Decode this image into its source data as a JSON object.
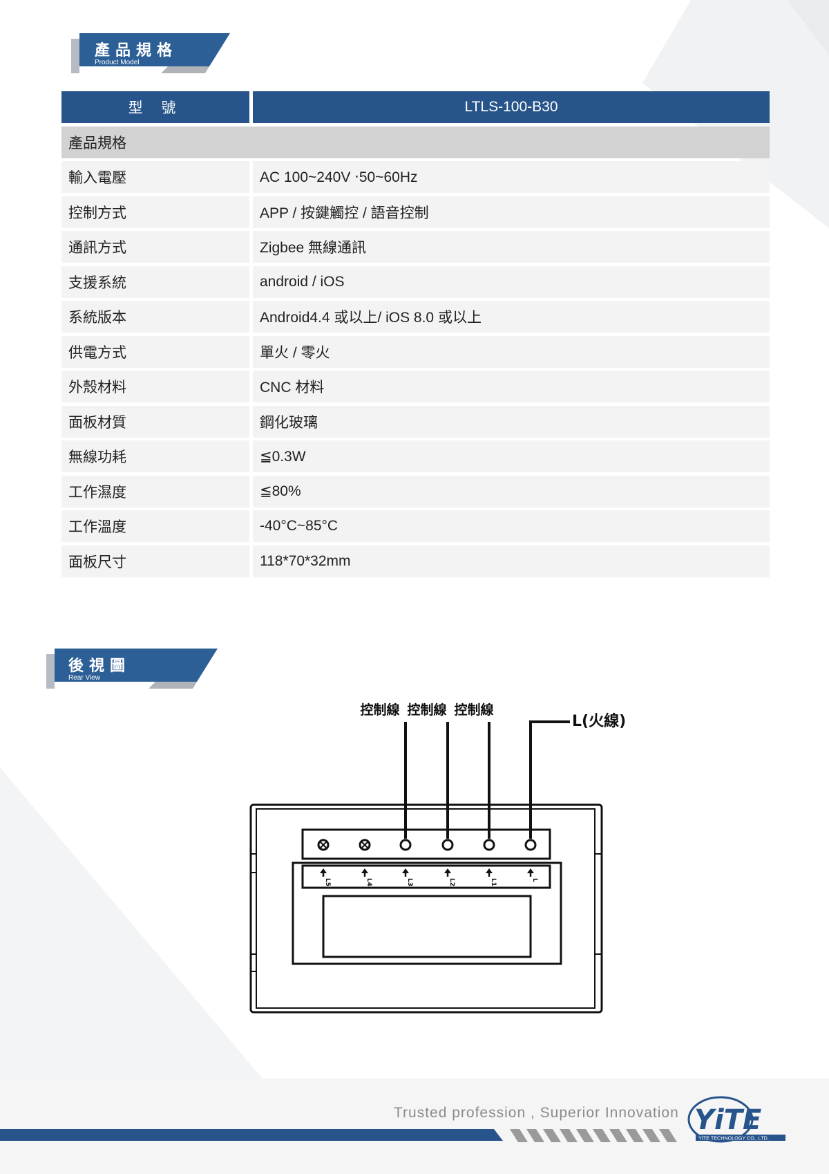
{
  "sections": {
    "spec": {
      "title": "產品規格",
      "subtitle": "Product Model"
    },
    "rear": {
      "title": "後視圖",
      "subtitle": "Rear View"
    }
  },
  "table": {
    "header": {
      "label": "型 號",
      "value": "LTLS-100-B30"
    },
    "section_label": "產品規格",
    "rows": [
      {
        "label": "輸入電壓",
        "value": "AC 100~240V ‧50~60Hz"
      },
      {
        "label": "控制方式",
        "value": "APP / 按鍵觸控 / 語音控制"
      },
      {
        "label": "通訊方式",
        "value": "Zigbee 無線通訊"
      },
      {
        "label": "支援系統",
        "value": "android / iOS"
      },
      {
        "label": "系統版本",
        "value": "Android4.4 或以上/ iOS 8.0 或以上"
      },
      {
        "label": "供電方式",
        "value": "單火 / 零火"
      },
      {
        "label": "外殼材料",
        "value": "CNC 材料"
      },
      {
        "label": "面板材質",
        "value": "鋼化玻璃"
      },
      {
        "label": "無線功耗",
        "value": "≦0.3W"
      },
      {
        "label": "工作濕度",
        "value": "≦80%"
      },
      {
        "label": "工作溫度",
        "value": "-40°C~85°C"
      },
      {
        "label": "面板尺寸",
        "value": "118*70*32mm"
      }
    ]
  },
  "diagram": {
    "wire_labels": [
      "控制線",
      "控制線",
      "控制線"
    ],
    "live_label": "L(火線)",
    "terminal_labels": [
      "L5",
      "L4",
      "L3",
      "L2",
      "L1",
      "L"
    ]
  },
  "footer": {
    "tagline": "Trusted profession , Superior Innovation",
    "logo_text": "YiTE",
    "logo_sub": "YITE TECHNOLOGY CO., LTD."
  },
  "colors": {
    "primary": "#27548a",
    "row_bg": "#f3f3f3",
    "section_bg": "#d2d2d2"
  }
}
